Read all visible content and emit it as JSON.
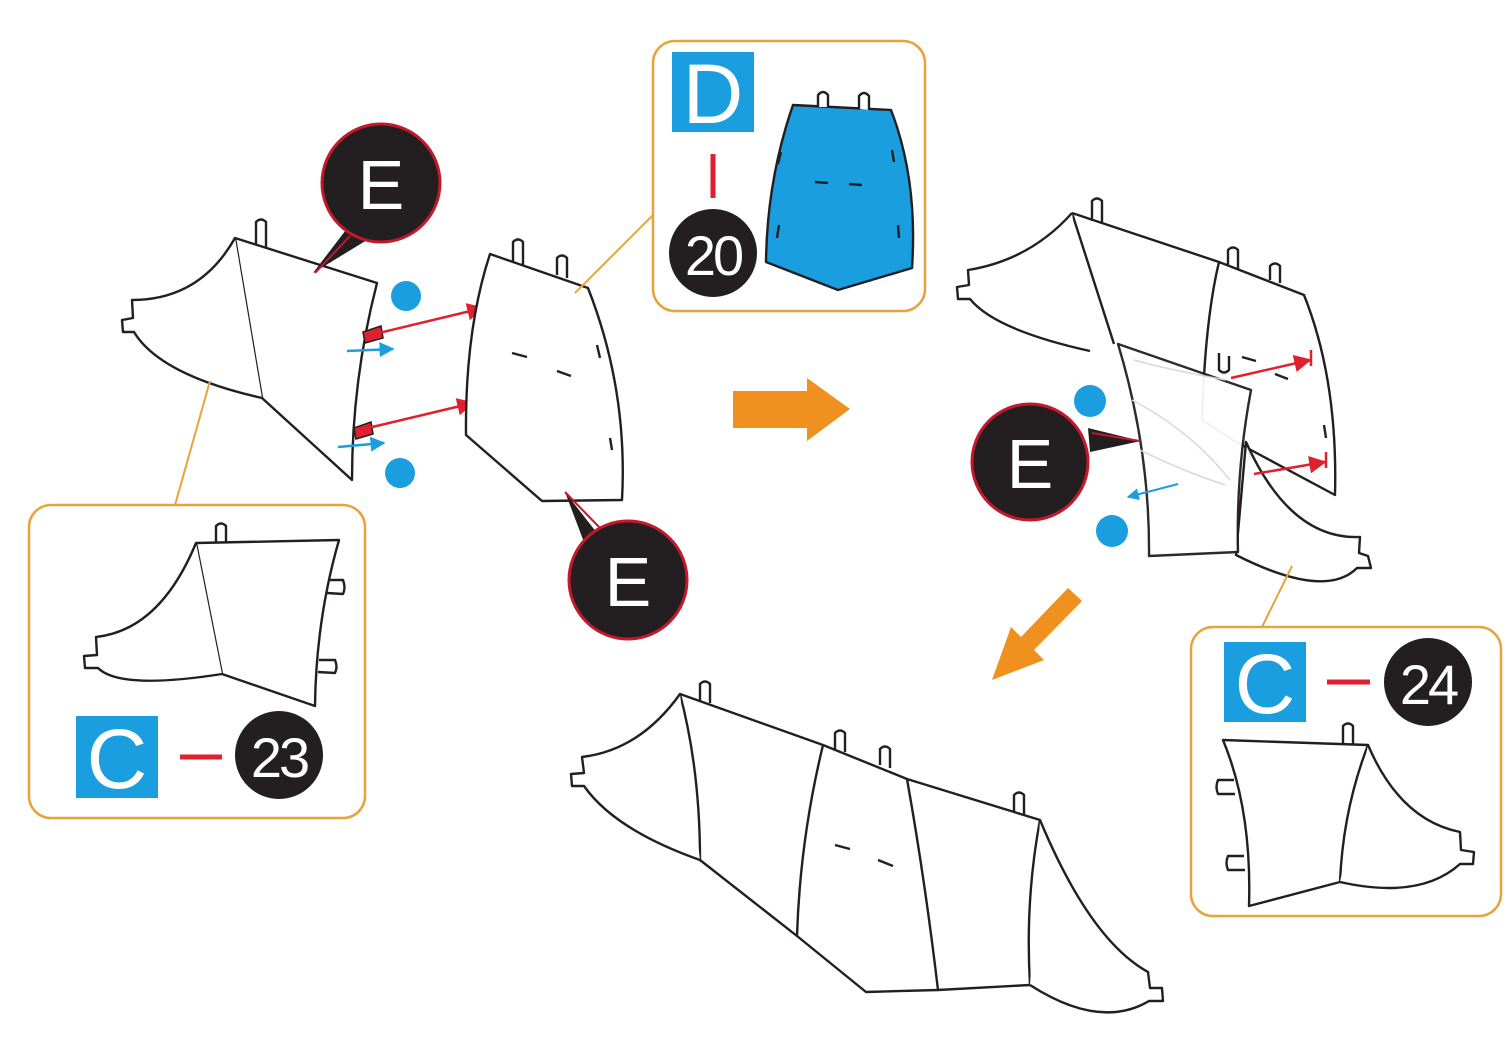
{
  "colors": {
    "callout_border": "#e8a33d",
    "label_box": "#1a9ee0",
    "badge_fill": "#231f20",
    "badge_ring": "#c4182c",
    "glue_dot": "#1a9ee0",
    "arrow_orange": "#f0901e",
    "join_arrow_red": "#e0202e",
    "line": "#231f20"
  },
  "badges": {
    "e_label": "E"
  },
  "callouts": {
    "part_d": {
      "letter": "D",
      "number": "20"
    },
    "part_c_left": {
      "letter": "C",
      "number": "23"
    },
    "part_c_right": {
      "letter": "C",
      "number": "24"
    }
  },
  "icons": [
    "glue-dot-icon",
    "right-arrow-icon",
    "down-left-arrow-icon"
  ]
}
